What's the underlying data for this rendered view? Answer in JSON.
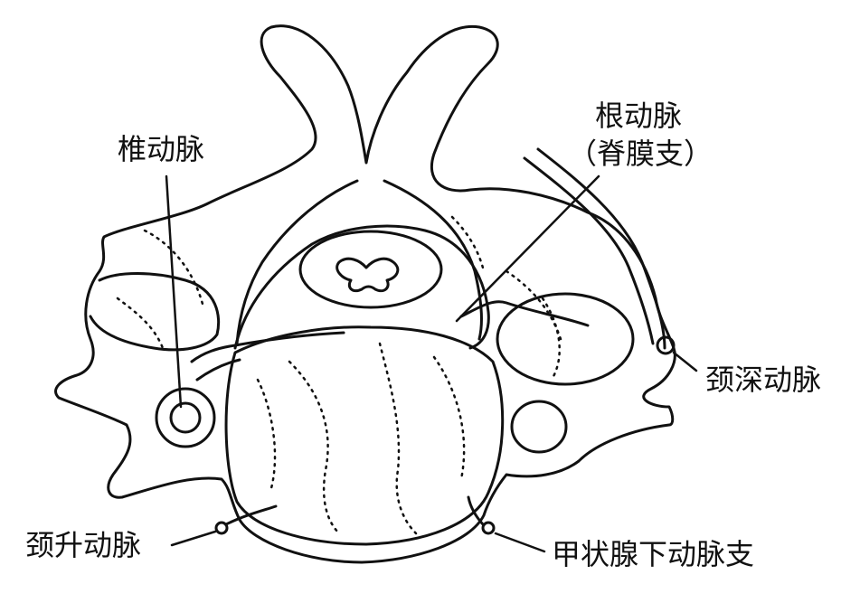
{
  "labels": {
    "vertebral_artery": "椎动脉",
    "radicular_artery": "根动脉",
    "radicular_artery_branch": "（脊膜支）",
    "deep_cervical_artery": "颈深动脉",
    "ascending_cervical_artery": "颈升动脉",
    "inferior_thyroid_branch": "甲状腺下动脉支"
  },
  "colors": {
    "line": "#111111",
    "background": "#ffffff"
  }
}
